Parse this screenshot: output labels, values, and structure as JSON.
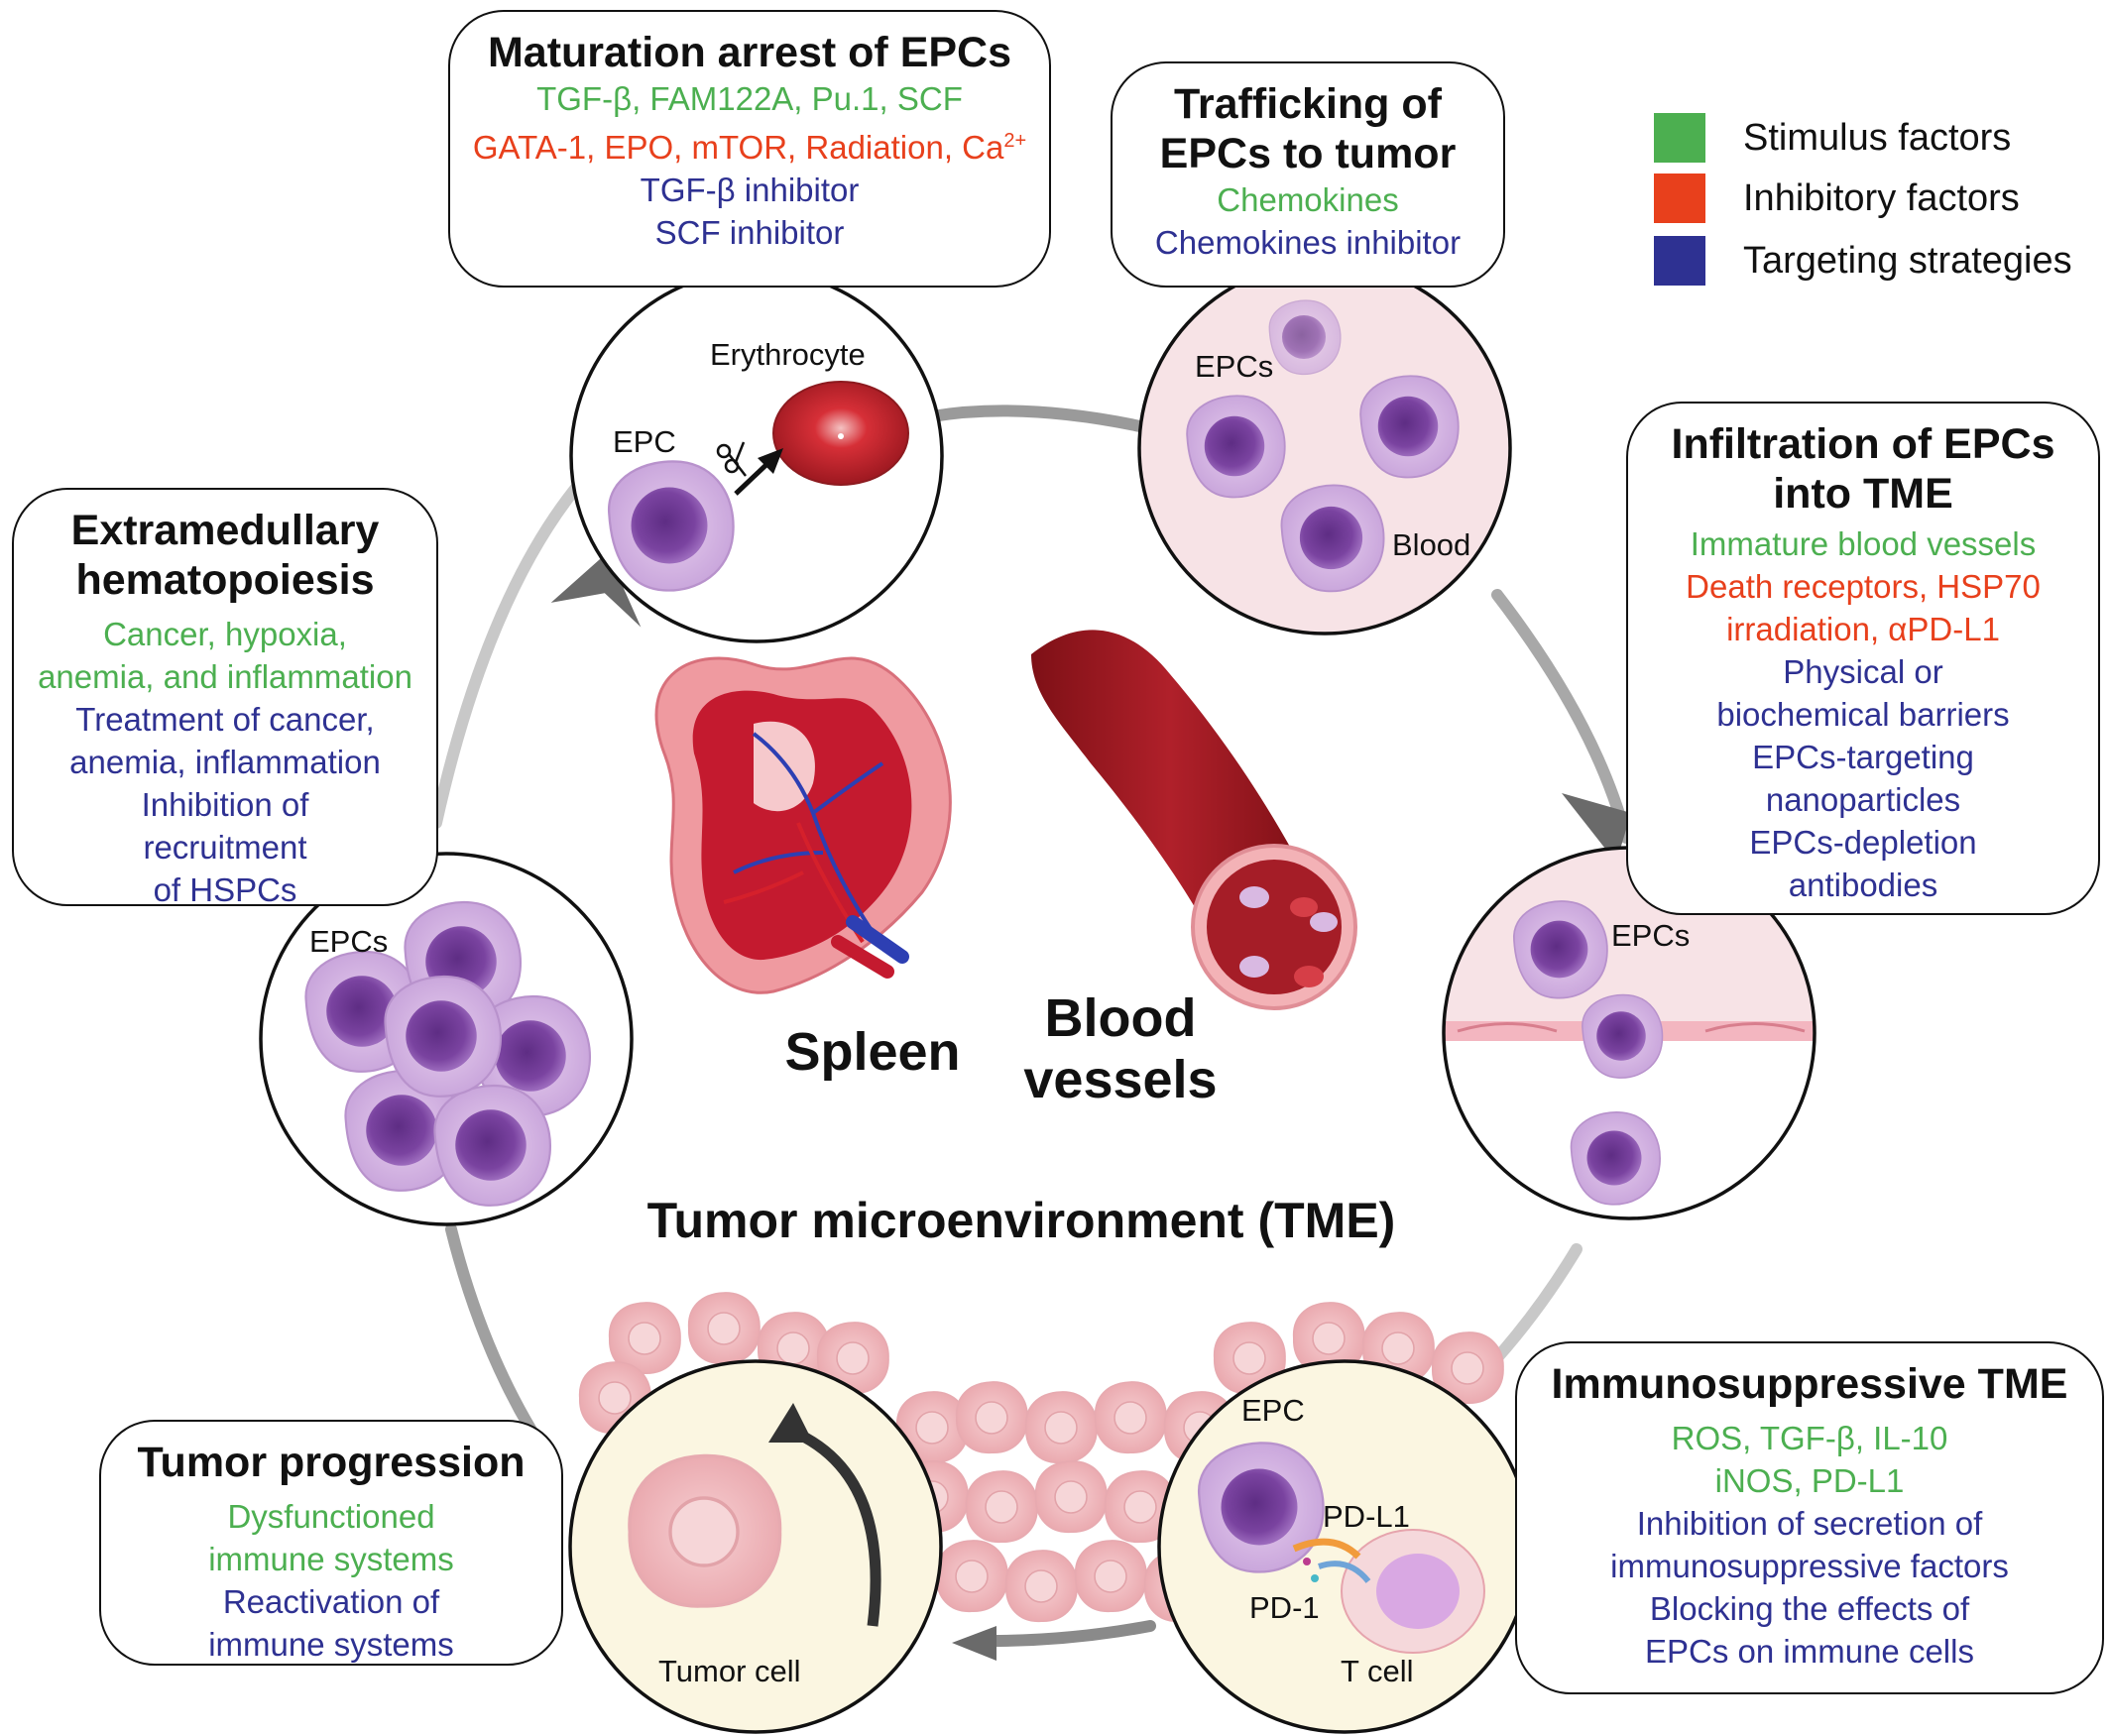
{
  "legend": {
    "stimulus": {
      "label": "Stimulus factors",
      "color": "#4caf50"
    },
    "inhibitory": {
      "label": "Inhibitory factors",
      "color": "#e8401c"
    },
    "targeting": {
      "label": "Targeting strategies",
      "color": "#2e3192"
    }
  },
  "boxes": {
    "maturation": {
      "title": "Maturation arrest of EPCs",
      "green": [
        "TGF-β, FAM122A, Pu.1, SCF"
      ],
      "red_prefix": "GATA-1, EPO, mTOR, Radiation, Ca",
      "red_sup": "2+",
      "blue": [
        "TGF-β inhibitor",
        "SCF inhibitor"
      ]
    },
    "trafficking": {
      "title": [
        "Trafficking of",
        "EPCs to tumor"
      ],
      "green": [
        "Chemokines"
      ],
      "blue": [
        "Chemokines inhibitor"
      ]
    },
    "extramedullary": {
      "title": [
        "Extramedullary",
        "hematopoiesis"
      ],
      "green": [
        "Cancer, hypoxia,",
        "anemia, and inflammation"
      ],
      "blue": [
        "Treatment of cancer,",
        "anemia, inflammation",
        "Inhibition of",
        "recruitment",
        "of HSPCs"
      ]
    },
    "infiltration": {
      "title": [
        "Infiltration of EPCs",
        "into TME"
      ],
      "green": [
        "Immature blood vessels"
      ],
      "red": [
        "Death receptors, HSP70",
        "irradiation, αPD-L1"
      ],
      "blue": [
        "Physical or",
        "biochemical barriers",
        "EPCs-targeting",
        "nanoparticles",
        "EPCs-depletion",
        "antibodies"
      ]
    },
    "immunosuppressive": {
      "title": "Immunosuppressive TME",
      "green": [
        "ROS, TGF-β, IL-10",
        "iNOS, PD-L1"
      ],
      "blue": [
        "Inhibition of secretion of",
        "immunosuppressive factors",
        "Blocking the effects of",
        "EPCs on immune cells"
      ]
    },
    "progression": {
      "title": "Tumor progression",
      "green": [
        "Dysfunctioned",
        "immune systems"
      ],
      "blue": [
        "Reactivation of",
        "immune systems"
      ]
    }
  },
  "cell_labels": {
    "erythrocyte": "Erythrocyte",
    "epc": "EPC",
    "epcs_blood": "EPCs",
    "blood": "Blood",
    "epcs_infiltration": "EPCs",
    "epcs_cluster": "EPCs",
    "epc_immune": "EPC",
    "pdl1": "PD-L1",
    "pd1": "PD-1",
    "tcell": "T cell",
    "tumor_cell": "Tumor cell"
  },
  "center": {
    "spleen": "Spleen",
    "blood_vessels": [
      "Blood",
      "vessels"
    ],
    "tme": "Tumor microenvironment (TME)"
  }
}
